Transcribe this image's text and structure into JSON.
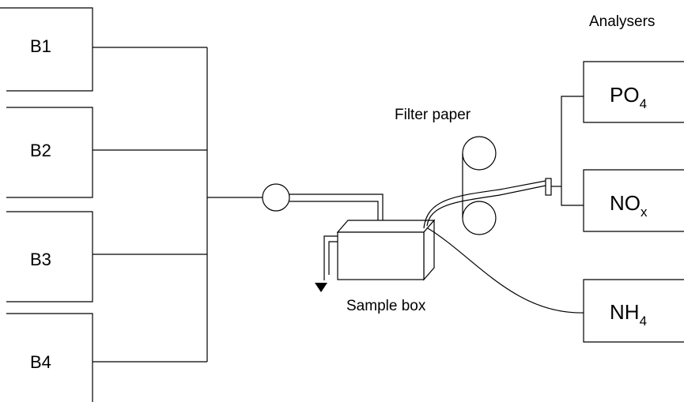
{
  "reactors": [
    {
      "label": "B1"
    },
    {
      "label": "B2"
    },
    {
      "label": "B3"
    },
    {
      "label": "B4"
    }
  ],
  "labels": {
    "analysers": "Analysers",
    "filter_paper": "Filter paper",
    "sample_box": "Sample box"
  },
  "analysers": [
    {
      "base": "PO",
      "sub": "4"
    },
    {
      "base": "NO",
      "sub": "x"
    },
    {
      "base": "NH",
      "sub": "4"
    }
  ]
}
